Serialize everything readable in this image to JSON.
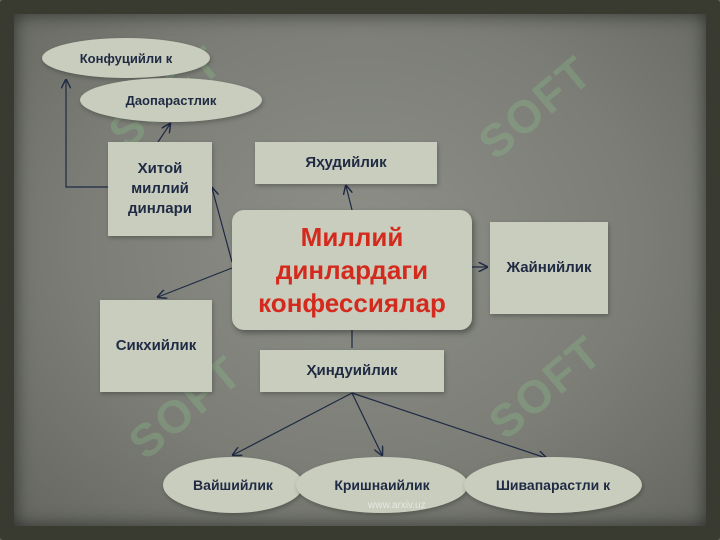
{
  "diagram": {
    "center": [
      "Миллий",
      "динлардаги",
      "конфессиялар"
    ],
    "nodes": {
      "confucianism": "Конфуцийли к",
      "taoism": "Даопарастлик",
      "chinese": "Хитой миллий динлари",
      "judaism": "Яҳудийлик",
      "jainism": "Жайнийлик",
      "sikhism": "Сикхийлик",
      "hinduism": "Ҳиндуийлик",
      "vaishnavism": "Вайшийлик",
      "krishnaism": "Кришнаийлик",
      "shaivism": "Шивапарастли к"
    },
    "colors": {
      "box_fill": "#c9cdbd",
      "node_text": "#1f2a44",
      "center_text": "#d42a1e",
      "background": "#7b7d76",
      "line": "#1f2a44"
    }
  },
  "watermark": "SOFT",
  "site": "www.arxiv.uz"
}
